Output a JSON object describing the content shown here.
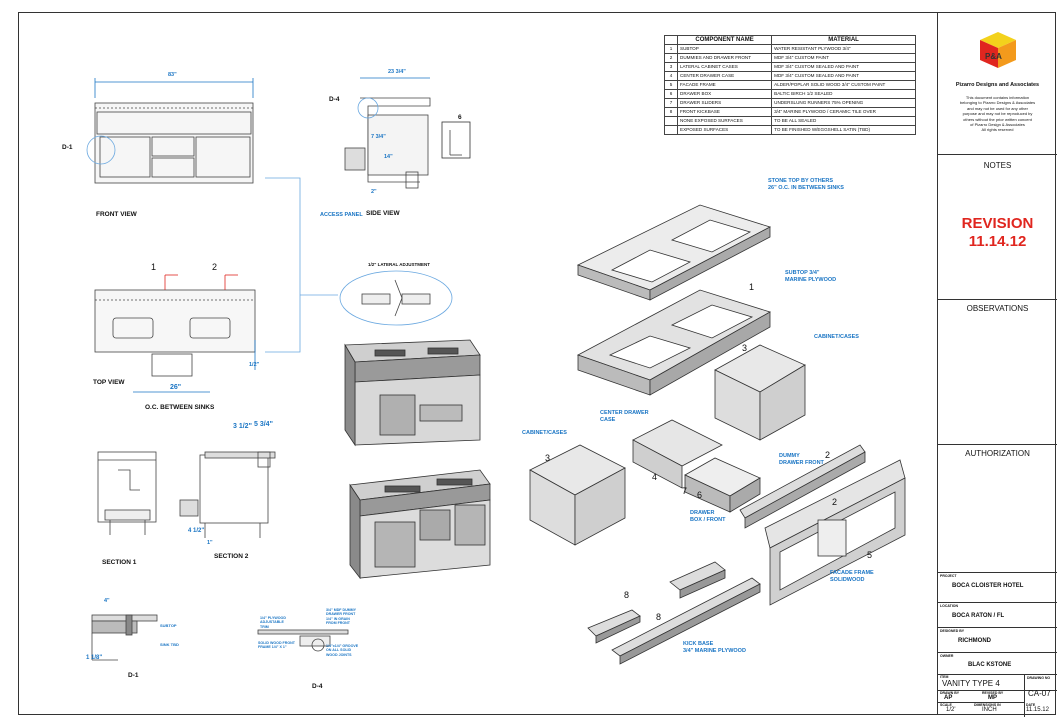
{
  "company": {
    "logo_text": "P&A",
    "name": "Pizarro Designs and Associates",
    "disclaimer": [
      "This document contains information",
      "belonging to Pizarro Designs & Associates",
      "and may not be used for any other",
      "purpose and may not be reproduced by",
      "others without the prior written concent",
      "of Pizarro Design & Associates",
      "All rights reserved"
    ]
  },
  "title_block": {
    "notes_label": "NOTES",
    "revision_label": "REVISION",
    "revision_date": "11.14.12",
    "observations_label": "OBSERVATIONS",
    "authorization_label": "AUTHORIZATION",
    "project_key": "PROJECT",
    "project": "BOCA CLOISTER HOTEL",
    "location_key": "LOCATION",
    "location": "BOCA RATON / FL",
    "designer_key": "DESIGNED BY",
    "designer": "RICHMOND",
    "owner_key": "OWNER",
    "owner": "BLAC KSTONE",
    "item_key": "ITEM",
    "item": "VANITY TYPE 4",
    "drawing_no_key": "DRAWING NO",
    "drawing_no": "CA-07",
    "drawn_by_key": "DRAWN BY",
    "drawn_by": "AP",
    "revised_by_key": "REVISED BY",
    "revised_by": "MP",
    "scale_key": "SCALE",
    "scale": "1/2'",
    "dimension_key": "DIMENSIONS IN",
    "dimension": "INCH",
    "date_key": "DATE",
    "date": "11.15.12"
  },
  "component_table": {
    "headers": [
      "COMPONENT NAME",
      "MATERIAL"
    ],
    "rows": [
      {
        "n": "1",
        "name": "SUBTOP",
        "material": "WATER RESISTANT PLYWOOD 3/4\""
      },
      {
        "n": "2",
        "name": "DUMMIES AND DRAWER FRONT",
        "material": "MDF 3/4\" CUSTOM PAINT"
      },
      {
        "n": "3",
        "name": "LATERAL CABINET CASES",
        "material": "MDF 3/4\" CUSTOM SEALED AND PAINT"
      },
      {
        "n": "4",
        "name": "CENTER DRAWER CASE",
        "material": "MDF 3/4\" CUSTOM SEALED AND PAINT"
      },
      {
        "n": "5",
        "name": "FACADE FRAME",
        "material": "ALDER/POPLAR SOLID WOOD 3/4\" CUSTOM PAINT"
      },
      {
        "n": "6",
        "name": "DRAWER BOX",
        "material": "BALTIC BIRCH 1/2 SEALED"
      },
      {
        "n": "7",
        "name": "DRAWER SLIDERS",
        "material": "UNDERSLUNG RUNNERS 75% OPENING"
      },
      {
        "n": "8",
        "name": "FRONT KICKBASE",
        "material": "3/4\" MARINE PLYWOOD / CERAMIC TILE OVER"
      },
      {
        "n": "",
        "name": "NONE EXPOSED SURFACES",
        "material": "TO BE ALL SEALED"
      },
      {
        "n": "",
        "name": "EXPOSED SURFACES",
        "material": "TO BE FINISHED W/EGGSHELL SATIN (TBD)"
      }
    ]
  },
  "views": {
    "front_view": "FRONT VIEW",
    "side_view": "SIDE VIEW",
    "top_view": "TOP VIEW",
    "section1": "SECTION 1",
    "section2": "SECTION 2",
    "d1_bottom": "D-1",
    "d4_bottom": "D-4",
    "oc_sinks": "O.C. BETWEEN SINKS",
    "lateral_adj": "1/2\" LATERAL ADJUSTMENT",
    "access_panel": "ACCESS PANEL"
  },
  "dims": {
    "front_width": "83\"",
    "side_width": "23 3/4\"",
    "side_724": "7 3/4\"",
    "side_14": "14\"",
    "side_2": "2\"",
    "top_26": "26\"",
    "top_half": "1/2\"",
    "sec2_534": "5 3/4\"",
    "sec2_312": "3 1/2\"",
    "sec2_412": "4 1/2\"",
    "sec2_1": "1\"",
    "d1_4": "4\"",
    "d1_118": "1 1/8\"",
    "d1_subtop": "SUBTOP",
    "d1_sink": "SINK TBD",
    "callout_d1": "D-1",
    "callout_d4": "D-4",
    "callout_6": "6",
    "top_1": "1",
    "top_2": "2",
    "d4_note1": "1/4\" PLYWOOD\nADJUSTABLE\nTRIM",
    "d4_note2": "3/4\" MDF DUMMY\nDRAWER FRONT\n1/4\" IN GRAIN\nFROM FRONT",
    "d4_note3": "SOLID WOOD FRONT\nFRAME 1/4\" X 1\"",
    "d4_note4": "1/4\"x1/4\" GROOVE\nON ALL SOLID\nWOOD JOINTS"
  },
  "exploded": {
    "stone_top": "STONE TOP BY OTHERS\n26\" O.C. IN BETWEEN SINKS",
    "subtop": "SUBTOP 3/4\"\nMARINE PLYWOOD",
    "cabinet_right": "CABINET/CASES",
    "cabinet_left": "CABINET/CASES",
    "center_drawer": "CENTER DRAWER\nCASE",
    "dummy_front": "DUMMY\nDRAWER FRONT",
    "drawer_box": "DRAWER\nBOX / FRONT",
    "facade": "FACADE FRAME\nSOLIDWOOD",
    "kick_base": "KICK BASE\n3/4\" MARINE PLYWOOD",
    "n1": "1",
    "n2a": "2",
    "n2b": "2",
    "n3a": "3",
    "n3b": "3",
    "n4": "4",
    "n5": "5",
    "n6": "6",
    "n7": "7",
    "n8a": "8",
    "n8b": "8"
  }
}
